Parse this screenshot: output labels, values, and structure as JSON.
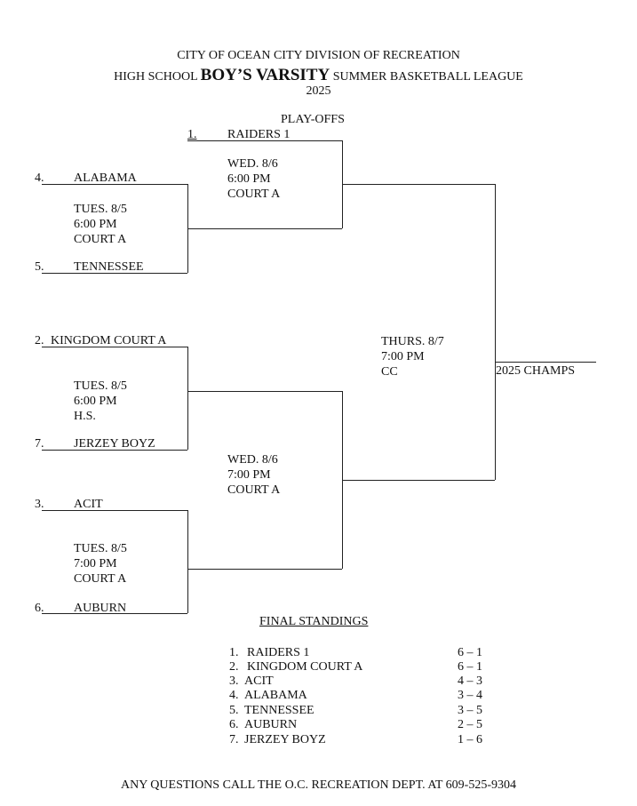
{
  "header": {
    "line1": "CITY OF OCEAN CITY DIVISION OF RECREATION",
    "line2_pre": "HIGH SCHOOL",
    "line2_bold": "BOY’S VARSITY",
    "line2_post": "SUMMER BASKETBALL LEAGUE",
    "year": "2025",
    "playoffs": "PLAY-OFFS"
  },
  "bracket": {
    "seed1": {
      "num": "1.",
      "team": "RAIDERS 1"
    },
    "seed4": {
      "num": "4.",
      "team": "ALABAMA"
    },
    "seed5": {
      "num": "5.",
      "team": "TENNESSEE"
    },
    "seed2": {
      "num": "2.",
      "team": "KINGDOM COURT A"
    },
    "seed7": {
      "num": "7.",
      "team": "JERZEY BOYZ"
    },
    "seed3": {
      "num": "3.",
      "team": "ACIT"
    },
    "seed6": {
      "num": "6.",
      "team": "AUBURN"
    },
    "game_4v5": [
      "TUES. 8/5",
      "6:00 PM",
      "COURT A"
    ],
    "game_2v7": [
      "TUES. 8/5",
      "6:00 PM",
      "H.S."
    ],
    "game_3v6": [
      "TUES. 8/5",
      "7:00 PM",
      "COURT A"
    ],
    "semi_top": [
      "WED. 8/6",
      "6:00 PM",
      "COURT A"
    ],
    "semi_bottom": [
      "WED. 8/6",
      "7:00 PM",
      "COURT A"
    ],
    "final": [
      "THURS. 8/7",
      "7:00 PM",
      "CC"
    ],
    "champs_label": "2025 CHAMPS"
  },
  "standings": {
    "title": "FINAL STANDINGS",
    "rows": [
      {
        "rank": "1.",
        "team": "RAIDERS 1",
        "record": "6 – 1"
      },
      {
        "rank": "2.",
        "team": "KINGDOM COURT A",
        "record": "6 – 1"
      },
      {
        "rank": "3.",
        "team": "ACIT",
        "record": "4 – 3"
      },
      {
        "rank": "4.",
        "team": "ALABAMA",
        "record": "3 – 4"
      },
      {
        "rank": "5.",
        "team": "TENNESSEE",
        "record": "3 – 5"
      },
      {
        "rank": "6.",
        "team": "AUBURN",
        "record": "2 – 5"
      },
      {
        "rank": "7.",
        "team": "JERZEY BOYZ",
        "record": "1 – 6"
      }
    ]
  },
  "footer": "ANY QUESTIONS CALL THE O.C. RECREATION DEPT. AT 609-525-9304"
}
